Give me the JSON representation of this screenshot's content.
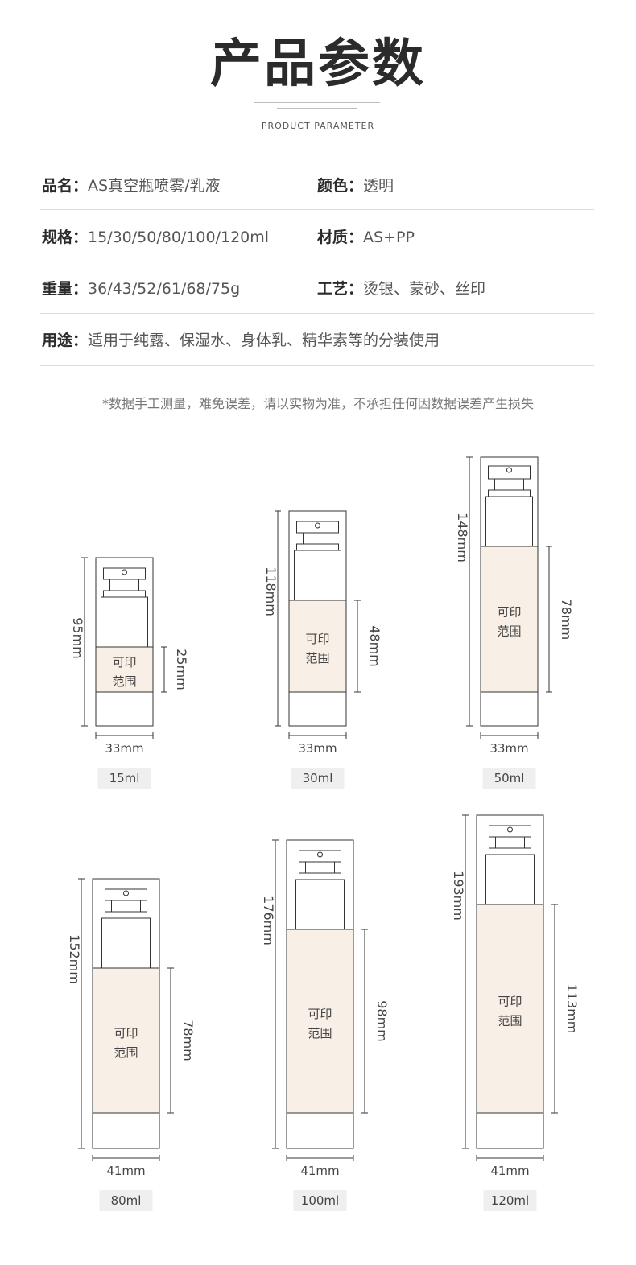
{
  "header": {
    "title": "产品参数",
    "subtitle": "PRODUCT PARAMETER"
  },
  "params": {
    "name": {
      "key": "品名：",
      "value": "AS真空瓶喷雾/乳液"
    },
    "color": {
      "key": "颜色：",
      "value": "透明"
    },
    "spec": {
      "key": "规格：",
      "value": "15/30/50/80/100/120ml"
    },
    "material": {
      "key": "材质：",
      "value": "AS+PP"
    },
    "weight": {
      "key": "重量：",
      "value": "36/43/52/61/68/75g"
    },
    "craft": {
      "key": "工艺：",
      "value": "烫银、蒙砂、丝印"
    },
    "usage": {
      "key": "用途：",
      "value": "适用于纯露、保湿水、身体乳、精华素等的分装使用"
    }
  },
  "note": "*数据手工测量，难免误差，请以实物为准，不承担任何因数据误差产生损失",
  "colors": {
    "print_area": "#f8efe7",
    "line": "#333333",
    "label_bg": "#efefef"
  },
  "print_area_label": [
    "可印",
    "范围"
  ],
  "bottles": [
    {
      "capacity": "15ml",
      "height": "95mm",
      "width": "33mm",
      "print": "25mm"
    },
    {
      "capacity": "30ml",
      "height": "118mm",
      "width": "33mm",
      "print": "48mm"
    },
    {
      "capacity": "50ml",
      "height": "148mm",
      "width": "33mm",
      "print": "78mm"
    },
    {
      "capacity": "80ml",
      "height": "152mm",
      "width": "41mm",
      "print": "78mm"
    },
    {
      "capacity": "100ml",
      "height": "176mm",
      "width": "41mm",
      "print": "98mm"
    },
    {
      "capacity": "120ml",
      "height": "193mm",
      "width": "41mm",
      "print": "113mm"
    }
  ]
}
